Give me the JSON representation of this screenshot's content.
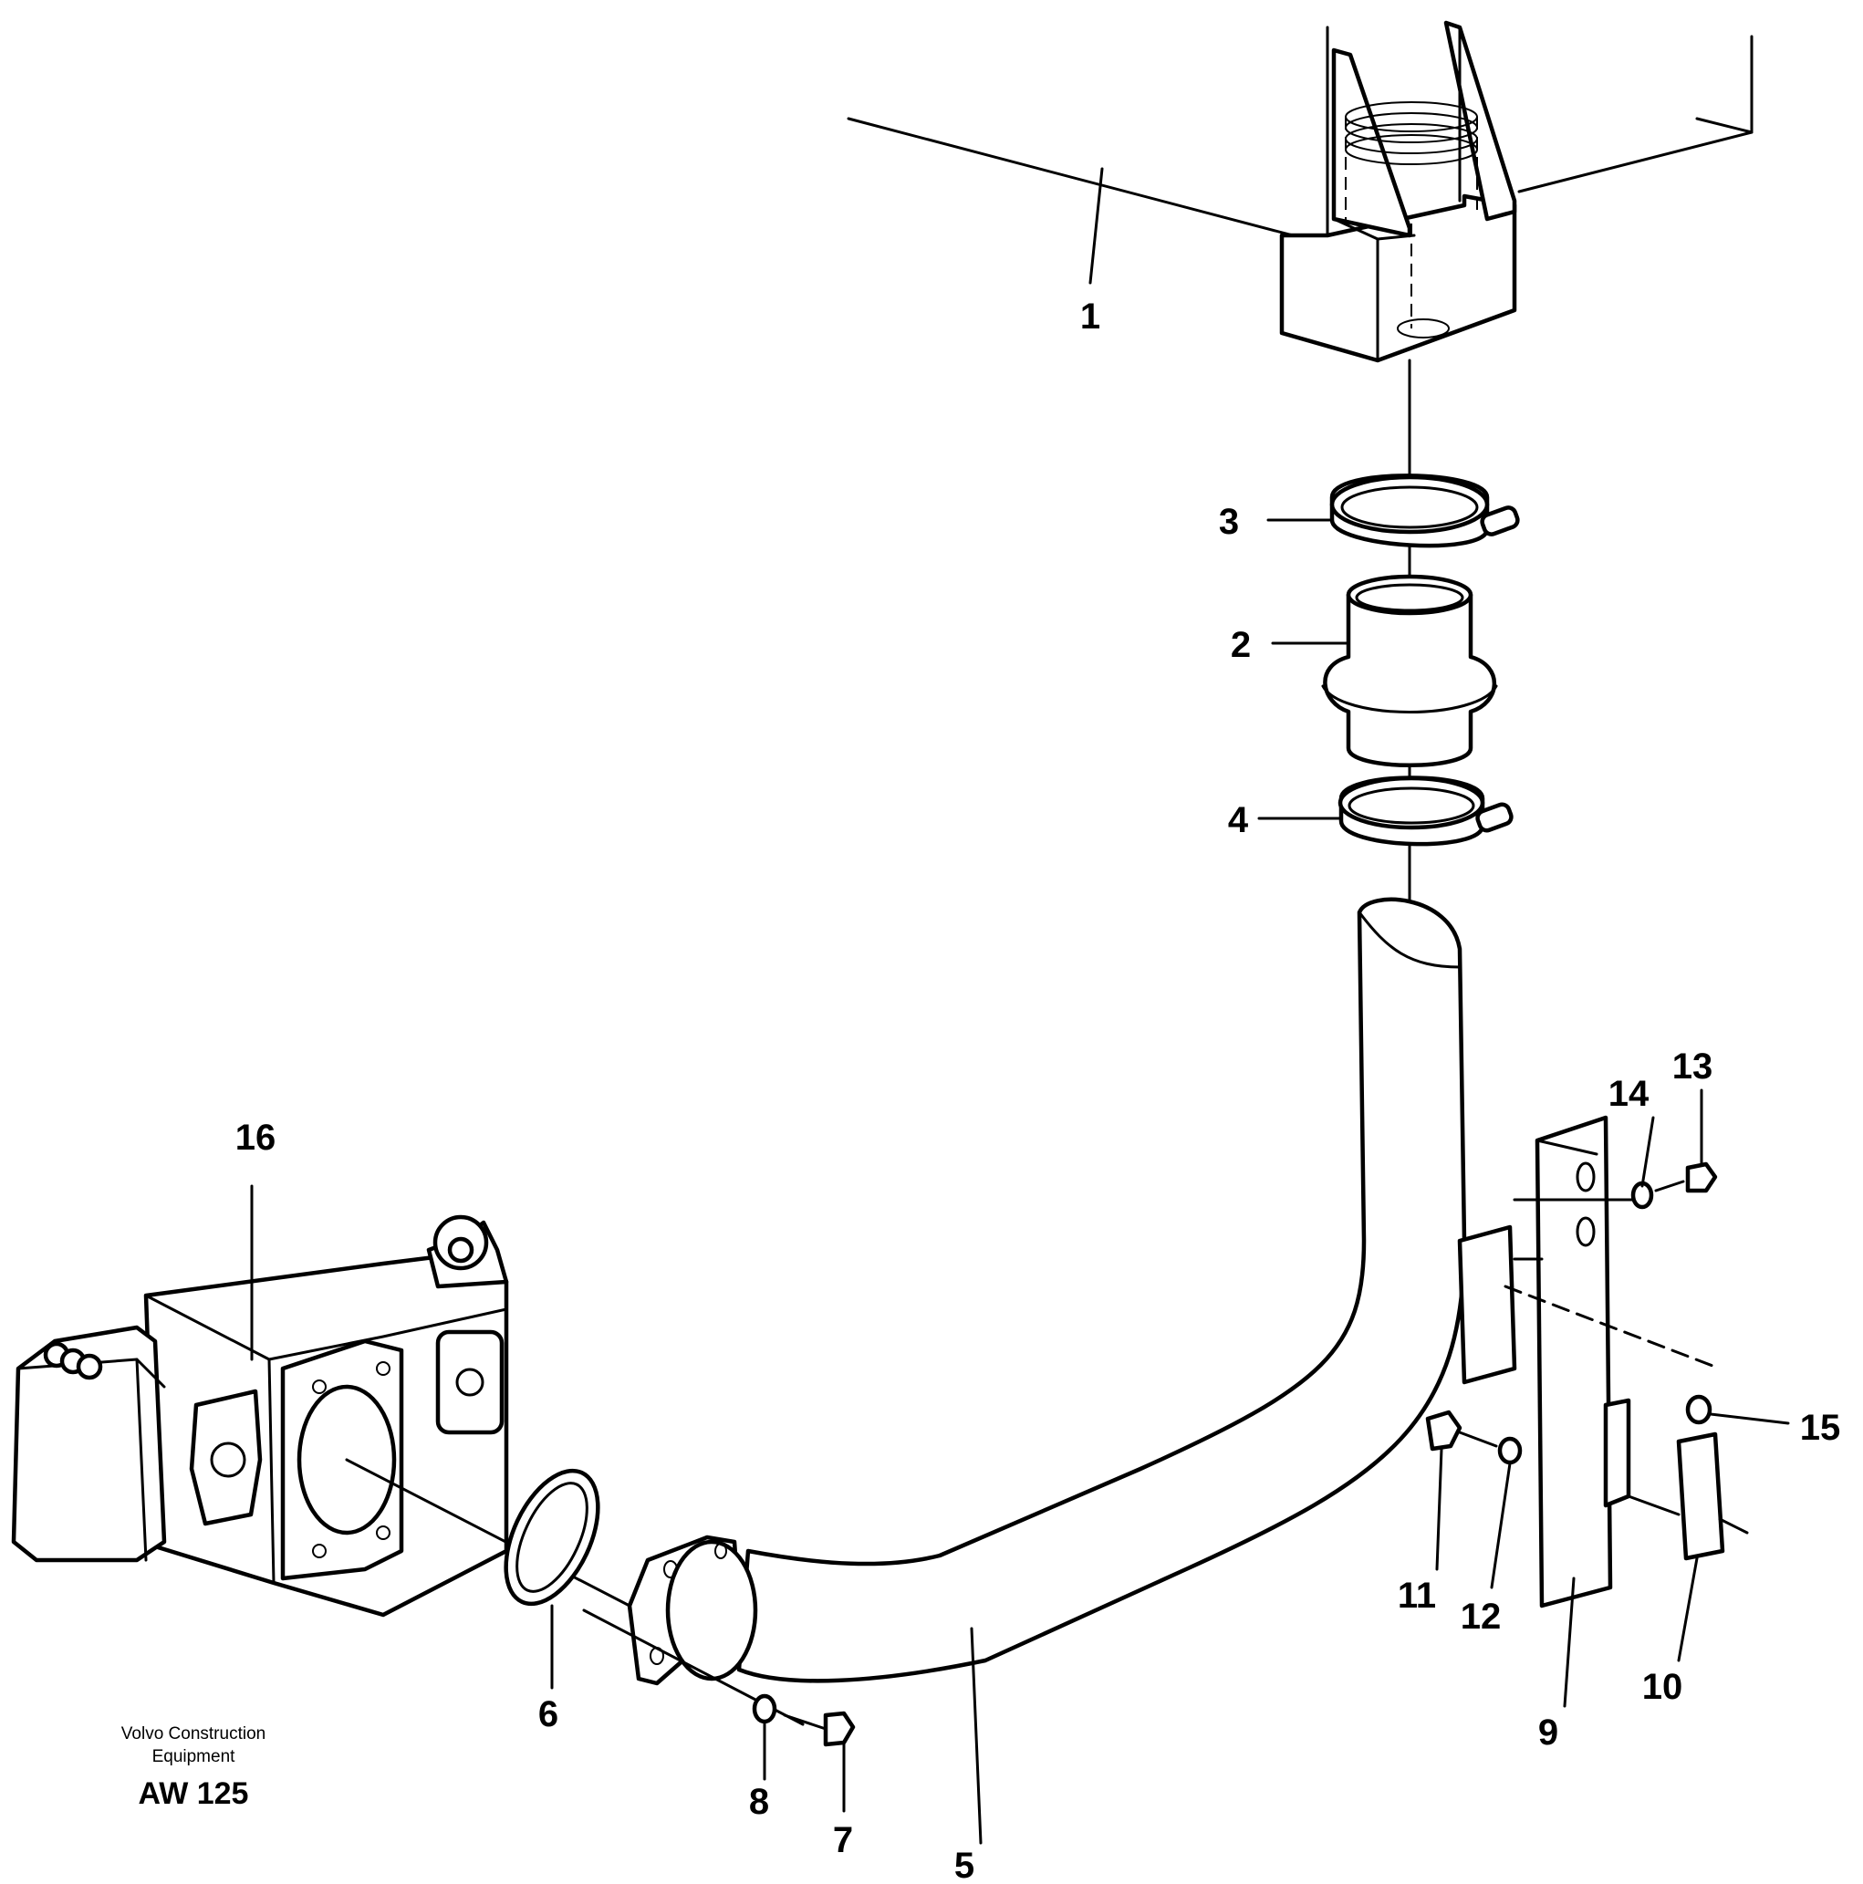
{
  "diagram": {
    "type": "exploded parts diagram",
    "parts": [
      {
        "id": "1",
        "label": "1"
      },
      {
        "id": "2",
        "label": "2"
      },
      {
        "id": "3",
        "label": "3"
      },
      {
        "id": "4",
        "label": "4"
      },
      {
        "id": "5",
        "label": "5"
      },
      {
        "id": "6",
        "label": "6"
      },
      {
        "id": "7",
        "label": "7"
      },
      {
        "id": "8",
        "label": "8"
      },
      {
        "id": "9",
        "label": "9"
      },
      {
        "id": "10",
        "label": "10"
      },
      {
        "id": "11",
        "label": "11"
      },
      {
        "id": "12",
        "label": "12"
      },
      {
        "id": "13",
        "label": "13"
      },
      {
        "id": "14",
        "label": "14"
      },
      {
        "id": "15",
        "label": "15"
      },
      {
        "id": "16",
        "label": "16"
      }
    ],
    "caption": {
      "line1": "Volvo Construction",
      "line2": "Equipment",
      "code": "AW 125"
    }
  }
}
